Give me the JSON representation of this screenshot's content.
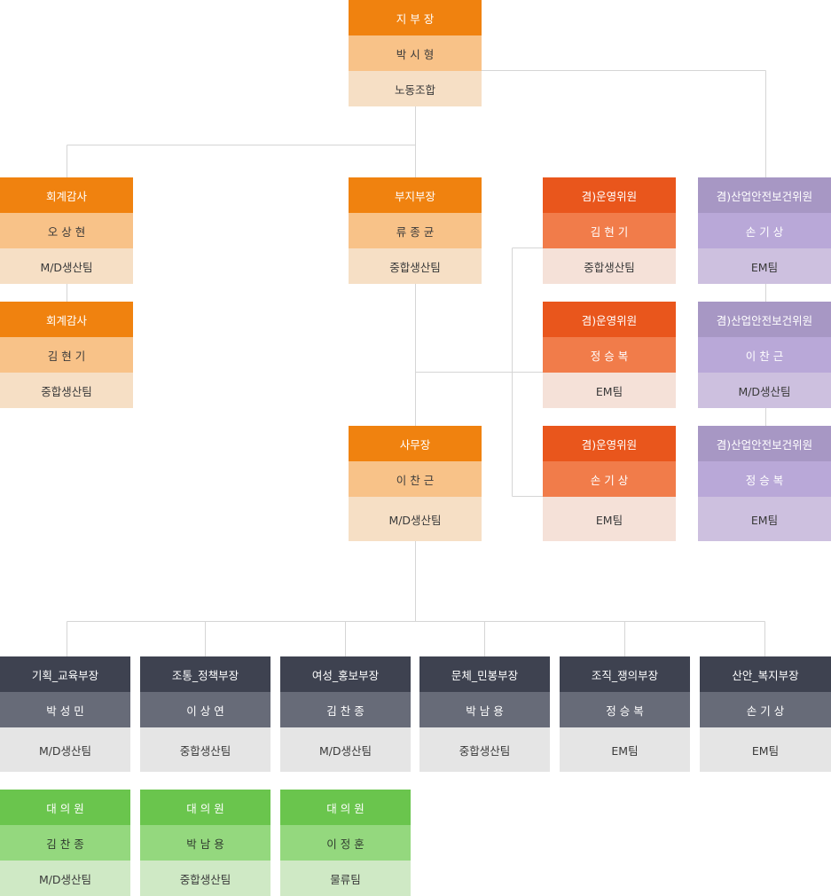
{
  "theme_colors": {
    "orange": "#f0820f",
    "red_orange": "#e9561c",
    "purple": "#a797c4",
    "dark": "#3e4250",
    "green": "#6ac54d",
    "connector": "#d5d5d5"
  },
  "org": {
    "branch_chief": {
      "title": "지 부 장",
      "name": "박 시 형",
      "team": "노동조합"
    },
    "auditors": [
      {
        "title": "회계감사",
        "name": "오 상 현",
        "team": "M/D생산팀"
      },
      {
        "title": "회계감사",
        "name": "김 현 기",
        "team": "중합생산팀"
      }
    ],
    "vice_chief": {
      "title": "부지부장",
      "name": "류 종 균",
      "team": "중합생산팀"
    },
    "secretary_general": {
      "title": "사무장",
      "name": "이 찬 근",
      "team": "M/D생산팀"
    },
    "operating_committee": [
      {
        "title": "겸)운영위원",
        "name": "김 현 기",
        "team": "중합생산팀"
      },
      {
        "title": "겸)운영위원",
        "name": "정 승 복",
        "team": "EM팀"
      },
      {
        "title": "겸)운영위원",
        "name": "손 기 상",
        "team": "EM팀"
      }
    ],
    "safety_committee": [
      {
        "title": "겸)산업안전보건위원",
        "name": "손 기 상",
        "team": "EM팀"
      },
      {
        "title": "겸)산업안전보건위원",
        "name": "이 찬 근",
        "team": "M/D생산팀"
      },
      {
        "title": "겸)산업안전보건위원",
        "name": "정 승 복",
        "team": "EM팀"
      }
    ],
    "departments": [
      {
        "title": "기획_교육부장",
        "name": "박 성 민",
        "team": "M/D생산팀"
      },
      {
        "title": "조통_정책부장",
        "name": "이 상 연",
        "team": "중합생산팀"
      },
      {
        "title": "여성_홍보부장",
        "name": "김 찬 종",
        "team": "M/D생산팀"
      },
      {
        "title": "문체_민봉부장",
        "name": "박 남 용",
        "team": "중합생산팀"
      },
      {
        "title": "조직_쟁의부장",
        "name": "정 승 복",
        "team": "EM팀"
      },
      {
        "title": "산안_복지부장",
        "name": "손 기 상",
        "team": "EM팀"
      }
    ],
    "delegates": [
      {
        "title": "대 의 원",
        "name": "김 찬 종",
        "team": "M/D생산팀"
      },
      {
        "title": "대 의 원",
        "name": "박 남 용",
        "team": "중합생산팀"
      },
      {
        "title": "대 의 원",
        "name": "이 정 훈",
        "team": "물류팀"
      }
    ]
  }
}
